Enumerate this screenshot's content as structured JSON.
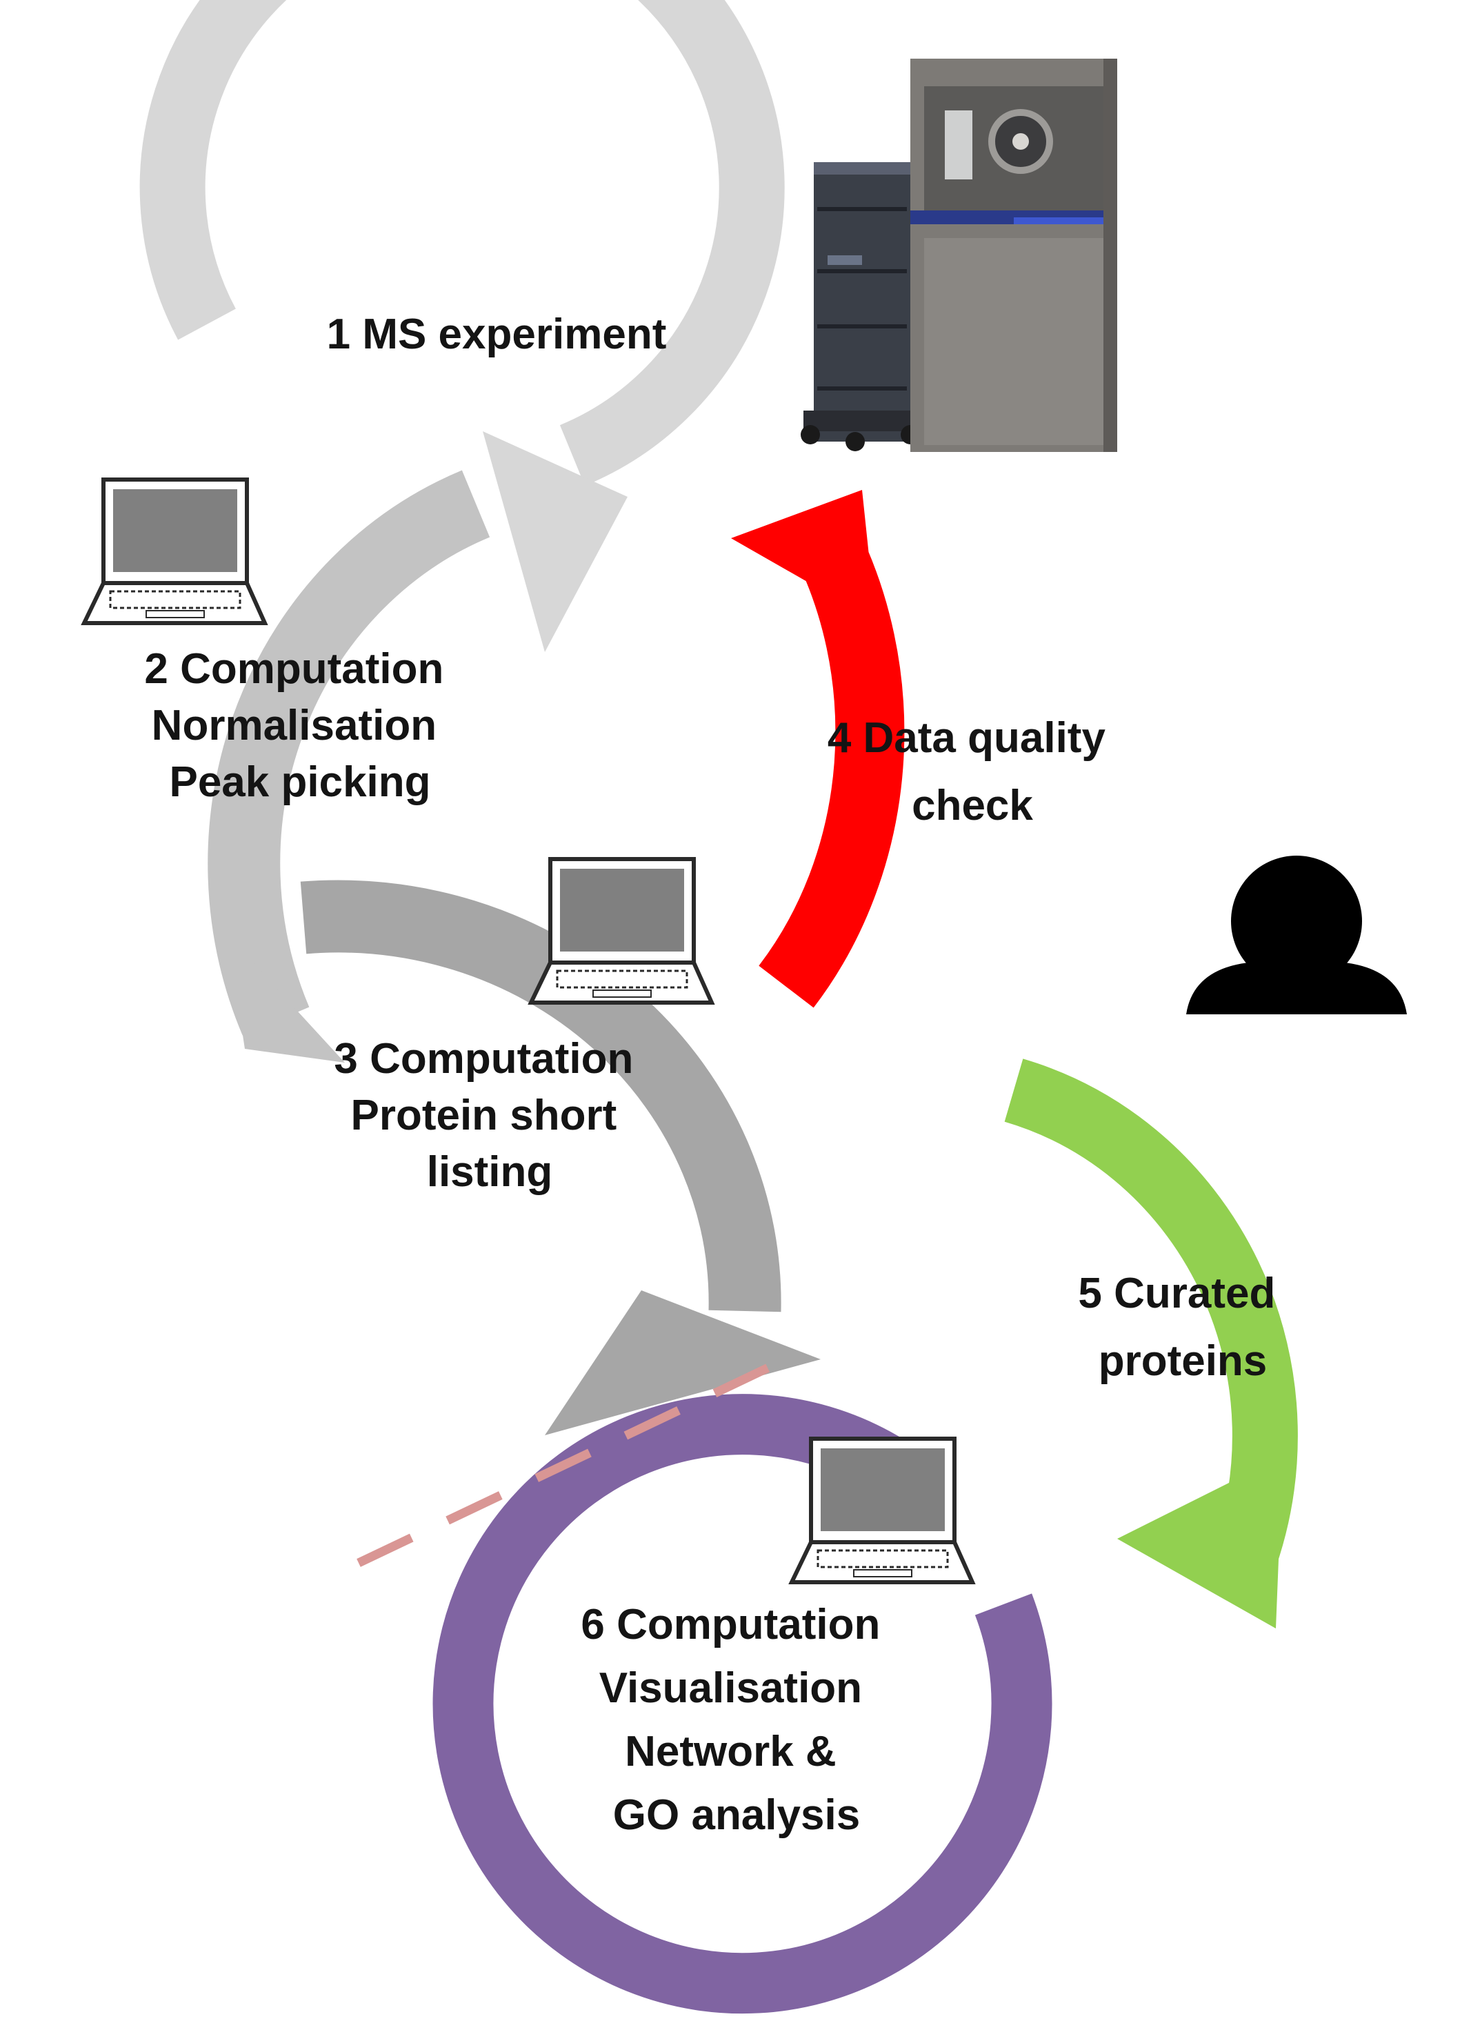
{
  "steps": {
    "s1": {
      "lines": [
        "1 MS experiment"
      ]
    },
    "s2": {
      "lines": [
        "2 Computation",
        "Normalisation",
        "Peak picking"
      ]
    },
    "s3": {
      "lines": [
        "3 Computation",
        "Protein short",
        "listing"
      ]
    },
    "s4": {
      "lines": [
        "4 Data quality",
        "check"
      ]
    },
    "s5": {
      "lines": [
        "5 Curated",
        "proteins"
      ]
    },
    "s6": {
      "lines": [
        "6 Computation",
        "Visualisation",
        "Network &",
        "GO analysis"
      ]
    }
  },
  "icons": [
    "ms-instrument-icon",
    "laptop-icon",
    "person-icon"
  ],
  "colors": {
    "step1": "#d7d7d7",
    "step2": "#c3c3c3",
    "step3": "#a6a6a6",
    "step4": "#ff0000",
    "step5": "#92d050",
    "step6": "#8064a2",
    "divider": "#d99694",
    "text": "#141414"
  }
}
